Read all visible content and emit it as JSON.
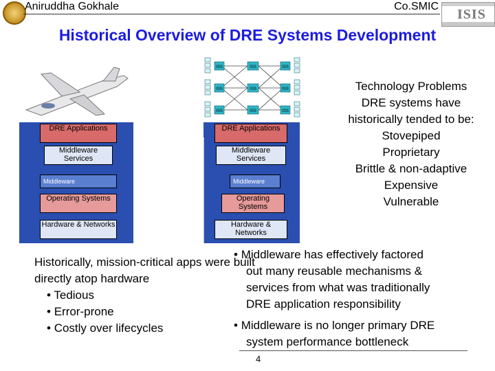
{
  "header": {
    "author": "Aniruddha Gokhale",
    "org": "Co.SMIC",
    "title": "Historical Overview of DRE Systems Development"
  },
  "left_stack": {
    "apps": "DRE Applications",
    "middleware_services": "Middleware Services",
    "middleware": "Middleware",
    "os": "Operating Systems",
    "hw": "Hardware & Networks"
  },
  "right_stack": {
    "apps": "DRE Applications",
    "middleware_services": "Middleware Services",
    "middleware": "Middleware",
    "os": "Operating Systems",
    "hw": "Hardware & Networks"
  },
  "network": {
    "node_label": "ISS"
  },
  "tech_problems": {
    "heading": "Technology Problems",
    "line1": "DRE systems have",
    "line2": "historically tended to be:",
    "items": [
      "Stovepiped",
      "Proprietary",
      "Brittle & non-adaptive",
      "Expensive",
      "Vulnerable"
    ]
  },
  "history": {
    "lead_line1": "Historically, mission-critical apps were built",
    "lead_line2": "directly atop hardware",
    "bullets": [
      "Tedious",
      "Error-prone",
      "Costly over lifecycles"
    ]
  },
  "middleware_points": {
    "point1_lines": [
      "Middleware has effectively factored",
      "out many reusable mechanisms &",
      "services from what was traditionally",
      "DRE application responsibility"
    ],
    "point2_lines": [
      "Middleware is no longer primary DRE",
      "system performance bottleneck"
    ]
  },
  "page_number": "4"
}
